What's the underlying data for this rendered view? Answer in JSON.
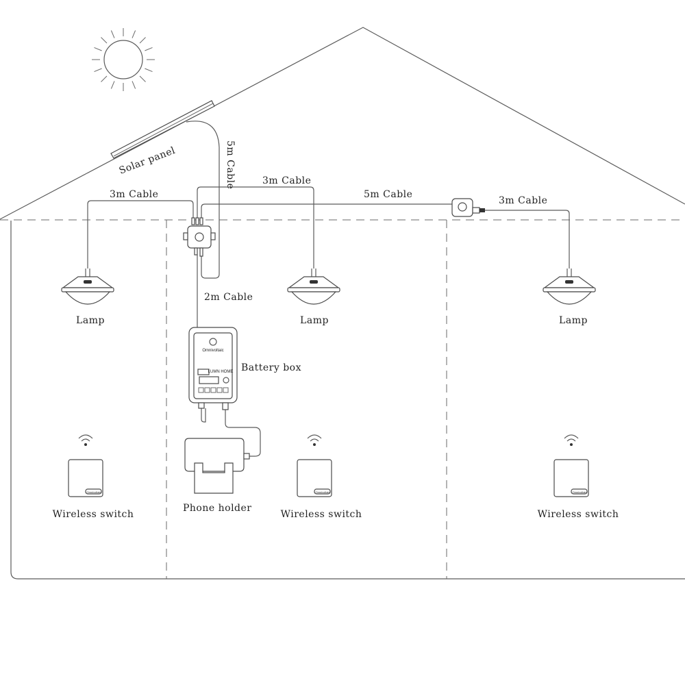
{
  "labels": {
    "solar_panel": "Solar panel",
    "cable_5m_vertical": "5m Cable",
    "cable_3m_left": "3m Cable",
    "cable_3m_middle": "3m Cable",
    "cable_5m_right": "5m Cable",
    "cable_3m_right": "3m Cable",
    "cable_2m": "2m Cable",
    "battery_box": "Battery box",
    "phone_holder": "Phone holder",
    "lamps": [
      "Lamp",
      "Lamp",
      "Lamp"
    ],
    "wireless_switches": [
      "Wireless switch",
      "Wireless switch",
      "Wireless switch"
    ]
  },
  "battery_box": {
    "brand": "Omnivoltaic",
    "model": "LUMN HOME"
  },
  "switch_brand": "Omnivoltaic",
  "colors": {
    "line": "#5a5a5a",
    "text": "#222222",
    "background": "#ffffff"
  }
}
